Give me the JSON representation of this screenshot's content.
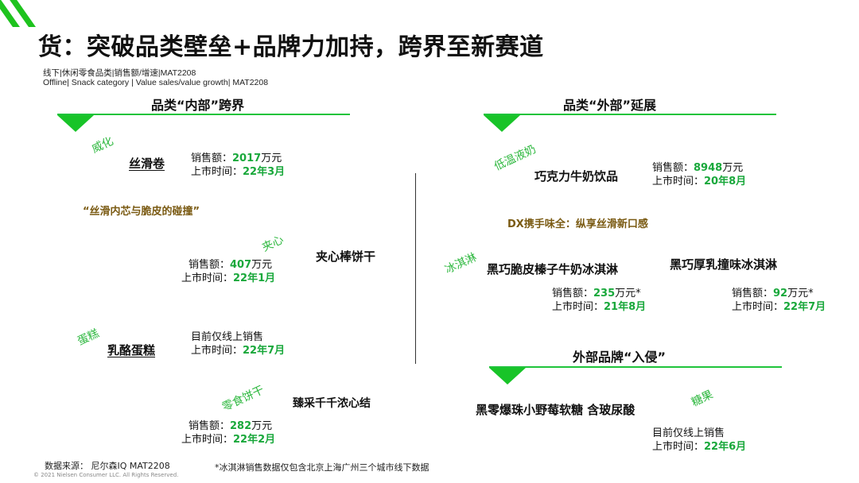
{
  "title": "货：突破品类壁垒+品牌力加持，跨界至新赛道",
  "subtitle_cn": "线下|休闲零食品类|销售额/增速|MAT2208",
  "subtitle_en": "Offline| Snack category | Value sales/value growth| MAT2208",
  "left": {
    "section_title": "品类“内部”跨界",
    "items": [
      {
        "tag": "威化",
        "product": "丝滑卷",
        "line1_label": "销售额：",
        "line1_value": "2017",
        "line1_unit": "万元",
        "line2_label": "上市时间：",
        "line2_value": "22年3月"
      },
      {
        "tag": "夹心",
        "product": "夹心棒饼干",
        "line1_label": "销售额：",
        "line1_value": "407",
        "line1_unit": "万元",
        "line2_label": "上市时间：",
        "line2_value": "22年1月"
      },
      {
        "tag": "蛋糕",
        "product": "乳酪蛋糕",
        "line1_text": "目前仅线上销售",
        "line2_label": "上市时间：",
        "line2_value": "22年7月"
      },
      {
        "tag": "零食饼干",
        "product": "臻采千千浓心结",
        "line1_label": "销售额：",
        "line1_value": "282",
        "line1_unit": "万元",
        "line2_label": "上市时间：",
        "line2_value": "22年2月"
      }
    ],
    "quote": "“丝滑内芯与脆皮的碰撞”"
  },
  "right": {
    "section_title": "品类“外部”延展",
    "tag_dairy": "低温液奶",
    "product_milk": "巧克力牛奶饮品",
    "milk_sales_label": "销售额：",
    "milk_sales_value": "8948",
    "milk_sales_unit": "万元",
    "milk_date_label": "上市时间：",
    "milk_date_value": "20年8月",
    "dx_note": "DX携手味全：纵享丝滑新口感",
    "tag_icecream": "冰淇淋",
    "product_ice1": "黑巧脆皮榛子牛奶冰淇淋",
    "ice1_sales_label": "销售额：",
    "ice1_sales_value": "235",
    "ice1_sales_unit": "万元*",
    "ice1_date_label": "上市时间：",
    "ice1_date_value": "21年8月",
    "product_ice2": "黑巧厚乳撞味冰淇淋",
    "ice2_sales_label": "销售额：",
    "ice2_sales_value": "92",
    "ice2_sales_unit": "万元*",
    "ice2_date_label": "上市时间：",
    "ice2_date_value": "22年7月",
    "section2_title": "外部品牌“入侵”",
    "tag_candy": "糖果",
    "product_candy": "黑零爆珠小野莓软糖 含玻尿酸",
    "candy_line1": "目前仅线上销售",
    "candy_date_label": "上市时间：",
    "candy_date_value": "22年6月"
  },
  "footer": {
    "source": "数据来源： 尼尔森IQ MAT2208",
    "note": "*冰淇淋销售数据仅包含北京上海广州三个城市线下数据",
    "copyright": "© 2021 Nielsen Consumer LLC. All Rights Reserved."
  },
  "colors": {
    "accent": "#18c428",
    "value": "#19a83b",
    "quote": "#7a5a12"
  }
}
